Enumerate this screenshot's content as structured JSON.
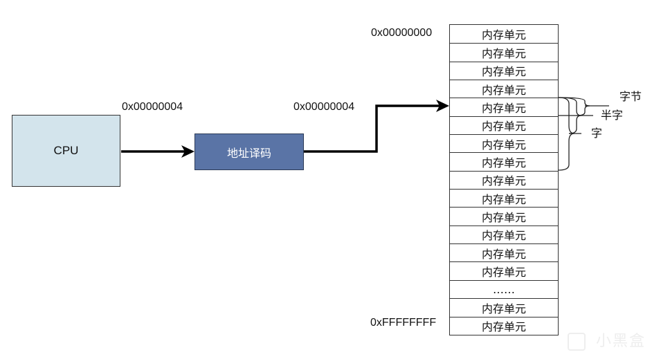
{
  "cpu": {
    "label": "CPU"
  },
  "decoder": {
    "label": "地址译码"
  },
  "cpu_output_address": "0x00000004",
  "decoder_output_address": "0x00000004",
  "memory": {
    "start_address": "0x00000000",
    "end_address": "0xFFFFFFFF",
    "cells": [
      "内存单元",
      "内存单元",
      "内存单元",
      "内存单元",
      "内存单元",
      "内存单元",
      "内存单元",
      "内存单元",
      "内存单元",
      "内存单元",
      "内存单元",
      "内存单元",
      "内存单元",
      "内存单元",
      "……",
      "内存单元",
      "内存单元"
    ]
  },
  "units": {
    "byte": "字节",
    "half_word": "半字",
    "word": "字"
  },
  "watermark": {
    "text": "小黑盒"
  },
  "colors": {
    "cpu_fill": "#d3e4ec",
    "decoder_fill": "#5a74a6",
    "line": "#000000"
  }
}
